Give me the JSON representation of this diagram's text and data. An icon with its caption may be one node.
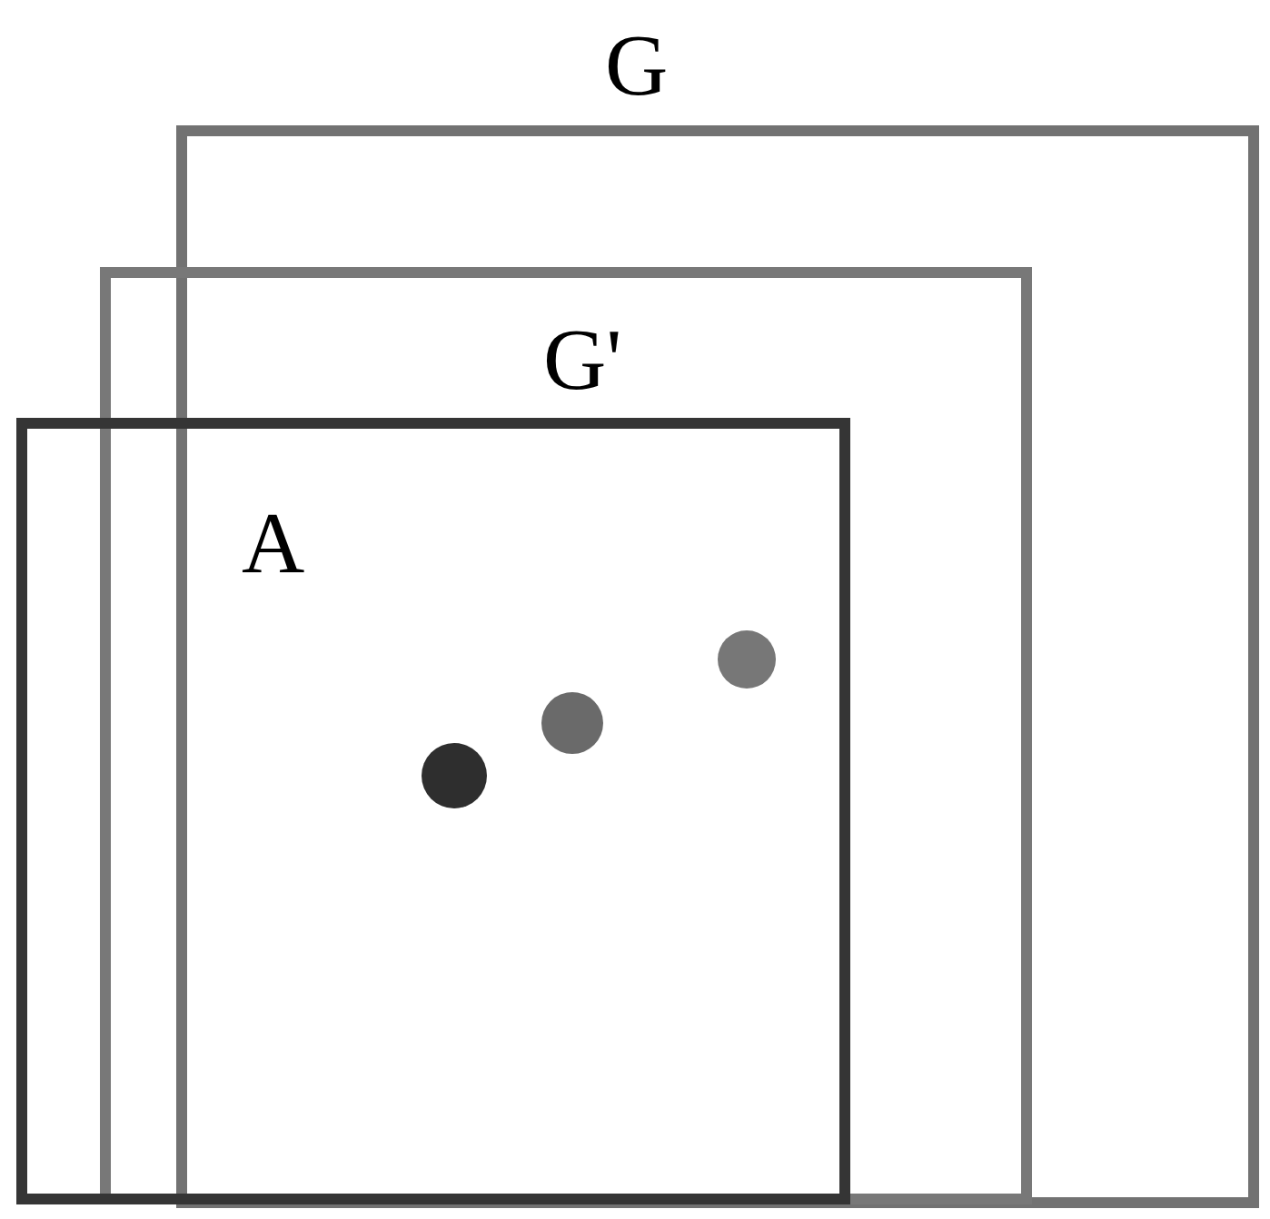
{
  "diagram": {
    "nodes": [
      {
        "text": [
          "G"
        ]
      },
      {
        "text": [
          "G'"
        ]
      },
      {
        "text": [
          "A"
        ]
      }
    ]
  }
}
